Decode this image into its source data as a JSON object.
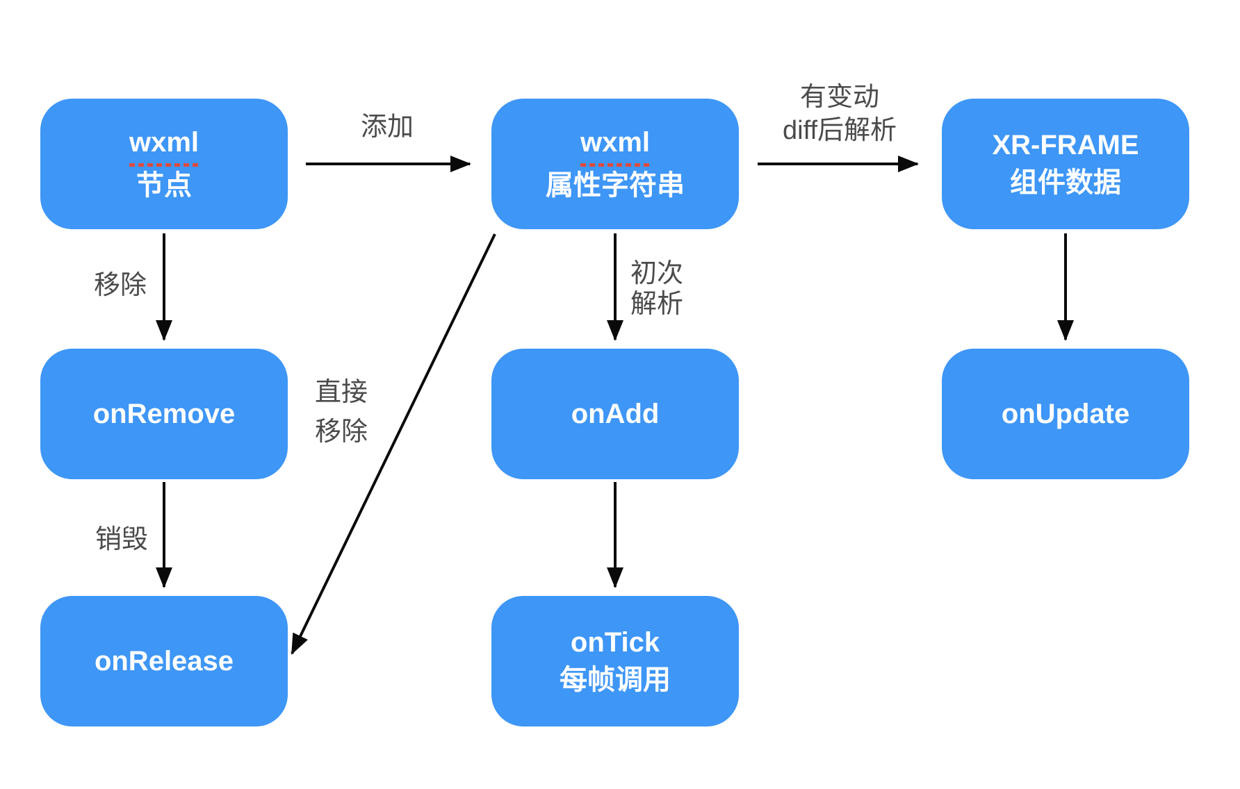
{
  "diagram": {
    "title_implicit": "XR-FRAME wxml component lifecycle flow",
    "colors": {
      "box": "#3E96F6",
      "box_text": "#ffffff",
      "label": "#4B4B4B",
      "arrow": "#0a0a0a",
      "misspell_underline": "#DE4B3E",
      "background": "#ffffff"
    },
    "nodes": [
      {
        "id": "wxml-node",
        "lines": [
          "wxml",
          "节点"
        ],
        "misspell_underline_on_line": 0
      },
      {
        "id": "wxml-attr-string",
        "lines": [
          "wxml",
          "属性字符串"
        ],
        "misspell_underline_on_line": 0
      },
      {
        "id": "xr-frame-data",
        "lines": [
          "XR-FRAME",
          "组件数据"
        ]
      },
      {
        "id": "on-remove",
        "lines": [
          "onRemove"
        ]
      },
      {
        "id": "on-add",
        "lines": [
          "onAdd"
        ]
      },
      {
        "id": "on-update",
        "lines": [
          "onUpdate"
        ]
      },
      {
        "id": "on-release",
        "lines": [
          "onRelease"
        ]
      },
      {
        "id": "on-tick",
        "lines": [
          "onTick",
          "每帧调用"
        ]
      }
    ],
    "edges": [
      {
        "from": "wxml-node",
        "to": "wxml-attr-string",
        "label_lines": [
          "添加"
        ]
      },
      {
        "from": "wxml-attr-string",
        "to": "xr-frame-data",
        "label_lines": [
          "有变动",
          "diff后解析"
        ]
      },
      {
        "from": "wxml-node",
        "to": "on-remove",
        "label_lines": [
          "移除"
        ]
      },
      {
        "from": "wxml-attr-string",
        "to": "on-add",
        "label_lines": [
          "初次",
          "解析"
        ]
      },
      {
        "from": "xr-frame-data",
        "to": "on-update",
        "label_lines": []
      },
      {
        "from": "on-remove",
        "to": "on-release",
        "label_lines": [
          "销毁"
        ]
      },
      {
        "from": "on-add",
        "to": "on-tick",
        "label_lines": []
      },
      {
        "from": "wxml-attr-string",
        "to": "on-release",
        "label_lines": [
          "直接",
          "移除"
        ]
      }
    ]
  }
}
